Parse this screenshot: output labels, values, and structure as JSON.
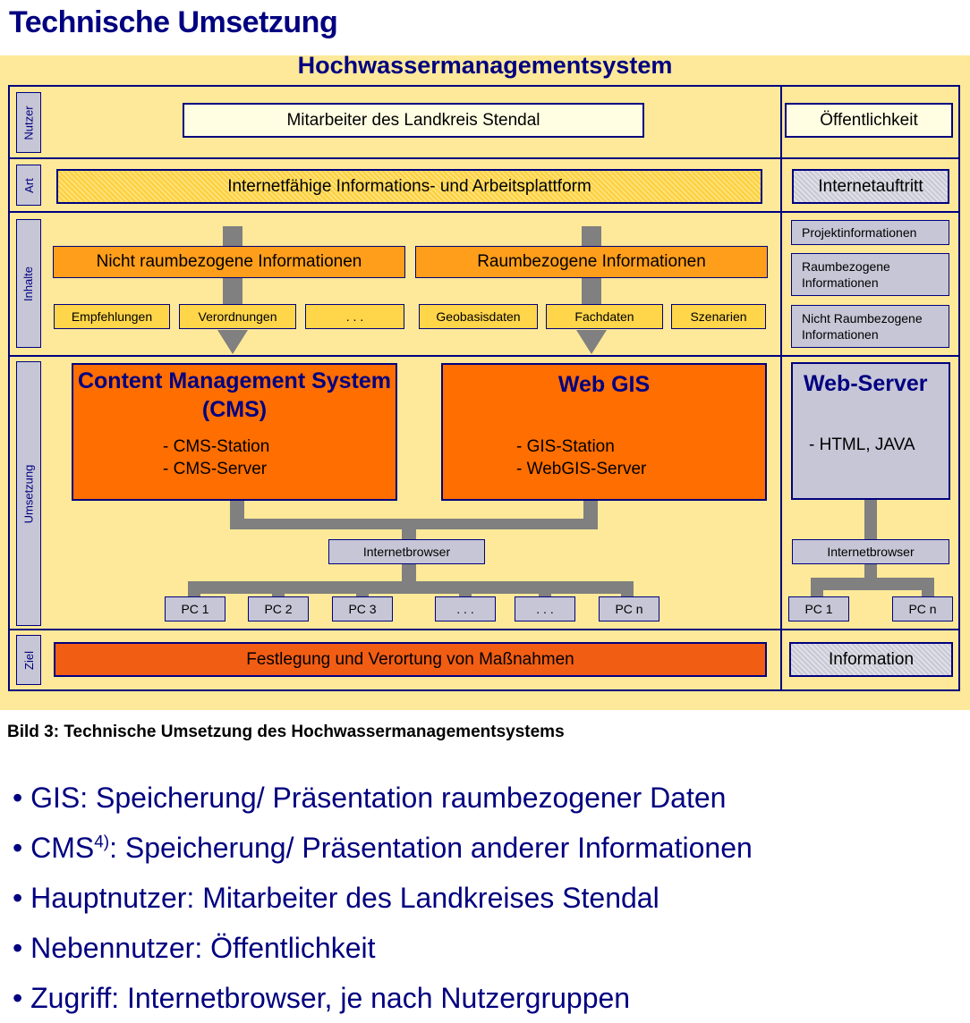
{
  "page_title": "Technische Umsetzung",
  "diagram": {
    "title": "Hochwassermanagementsystem",
    "row_labels": {
      "nutzer": "Nutzer",
      "art": "Art",
      "inhalte": "Inhalte",
      "umsetzung": "Umsetzung",
      "ziel": "Ziel"
    },
    "nutzer": {
      "main": "Mitarbeiter des Landkreis Stendal",
      "public": "Öffentlichkeit"
    },
    "art": {
      "main": "Internetfähige Informations- und Arbeitsplattform",
      "public": "Internetauftritt"
    },
    "inhalte": {
      "non_spatial": "Nicht raumbezogene Informationen",
      "spatial": "Raumbezogene Informationen",
      "non_spatial_items": [
        "Empfehlungen",
        "Verordnungen",
        ". . ."
      ],
      "spatial_items": [
        "Geobasisdaten",
        "Fachdaten",
        "Szenarien"
      ],
      "public_items": [
        "Projektinformationen",
        "Raumbezogene Informationen",
        "Nicht Raumbezogene Informationen"
      ]
    },
    "umsetzung": {
      "cms": {
        "title": "Content Management System (CMS)",
        "items": [
          "- CMS-Station",
          "- CMS-Server"
        ]
      },
      "webgis": {
        "title": "Web GIS",
        "items": [
          "- GIS-Station",
          "- WebGIS-Server"
        ]
      },
      "webserver": {
        "title": "Web-Server",
        "items": [
          "- HTML, JAVA"
        ]
      },
      "browser": "Internetbrowser",
      "browser_public": "Internetbrowser",
      "pcs": [
        "PC 1",
        "PC 2",
        "PC 3",
        ". . .",
        ". . .",
        "PC n"
      ],
      "pcs_public": [
        "PC 1",
        "PC n"
      ]
    },
    "ziel": {
      "main": "Festlegung und Verortung von Maßnahmen",
      "public": "Information"
    }
  },
  "caption": "Bild 3: Technische Umsetzung des Hochwassermanagementsystems",
  "bullets": [
    {
      "text": "• GIS: Speicherung/ Präsentation raumbezogener Daten"
    },
    {
      "pre": "• CMS",
      "sup": "4)",
      "post": ": Speicherung/ Präsentation anderer Informationen"
    },
    {
      "text": "• Hauptnutzer: Mitarbeiter des Landkreises Stendal"
    },
    {
      "text": "• Nebennutzer: Öffentlichkeit"
    },
    {
      "text": "• Zugriff: Internetbrowser, je nach Nutzergruppen"
    }
  ],
  "colors": {
    "navy": "#000080",
    "background": "#fde999",
    "orange": "#ff6e00",
    "grey": "#c6c6d6"
  }
}
